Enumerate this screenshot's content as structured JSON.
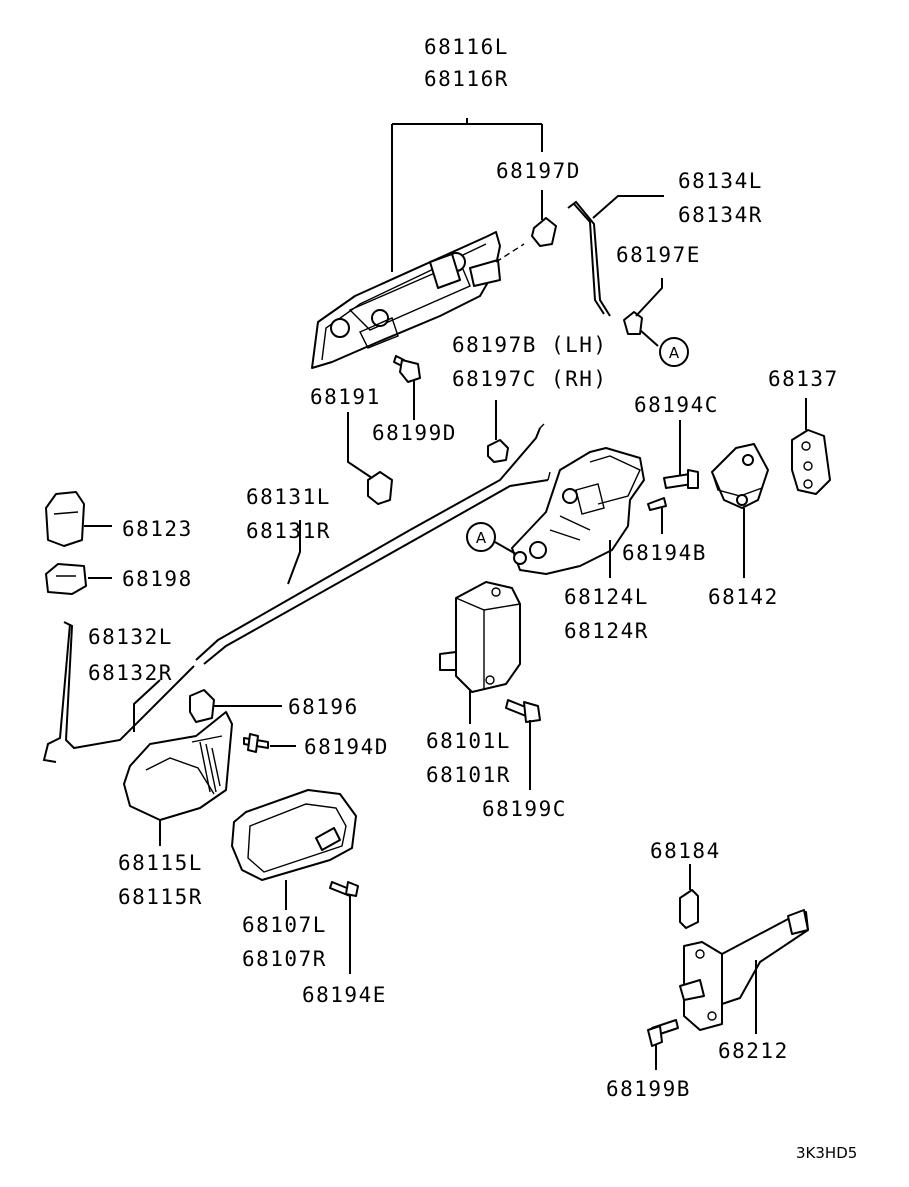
{
  "diagram_code": "3K3HD5",
  "callout_marker": "A",
  "labels": {
    "l68116L": "68116L",
    "l68116R": "68116R",
    "l68197D": "68197D",
    "l68134L": "68134L",
    "l68134R": "68134R",
    "l68197E": "68197E",
    "l68197B": "68197B (LH)",
    "l68197C": "68197C (RH)",
    "l68191": "68191",
    "l68199D": "68199D",
    "l68137": "68137",
    "l68194C": "68194C",
    "l68131L": "68131L",
    "l68131R": "68131R",
    "l68123": "68123",
    "l68198": "68198",
    "l68194B": "68194B",
    "l68124L": "68124L",
    "l68124R": "68124R",
    "l68142": "68142",
    "l68132L": "68132L",
    "l68132R": "68132R",
    "l68196": "68196",
    "l68194D": "68194D",
    "l68101L": "68101L",
    "l68101R": "68101R",
    "l68199C": "68199C",
    "l68115L": "68115L",
    "l68115R": "68115R",
    "l68184": "68184",
    "l68107L": "68107L",
    "l68107R": "68107R",
    "l68194E": "68194E",
    "l68212": "68212",
    "l68199B": "68199B"
  }
}
